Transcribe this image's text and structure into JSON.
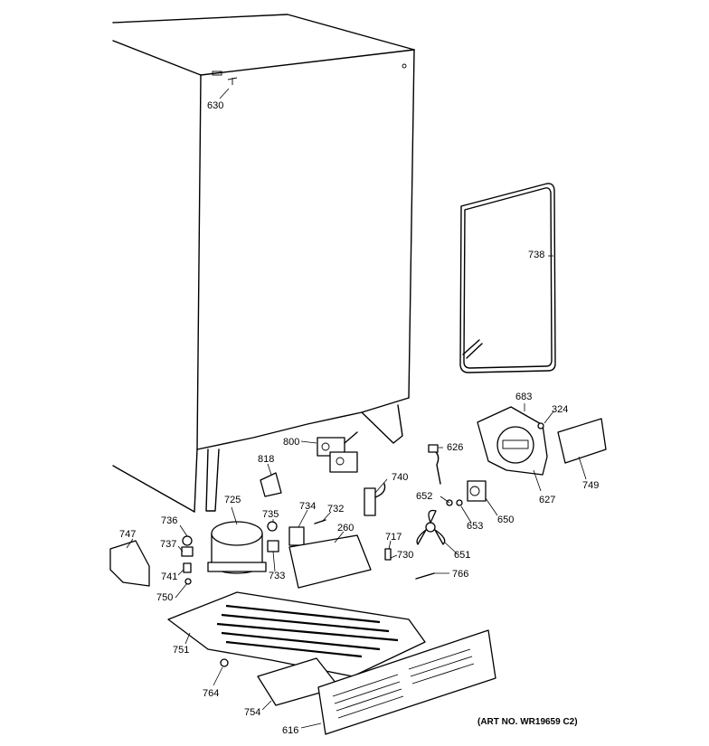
{
  "labels": {
    "p630": "630",
    "p738": "738",
    "p683": "683",
    "p324": "324",
    "p800": "800",
    "p626": "626",
    "p818": "818",
    "p740": "740",
    "p652": "652",
    "p650": "650",
    "p653": "653",
    "p627": "627",
    "p749": "749",
    "p725": "725",
    "p736": "736",
    "p735": "735",
    "p734": "734",
    "p732": "732",
    "p260": "260",
    "p747": "747",
    "p737": "737",
    "p717": "717",
    "p730": "730",
    "p651": "651",
    "p741": "741",
    "p733": "733",
    "p766": "766",
    "p750": "750",
    "p751": "751",
    "p764": "764",
    "p754": "754",
    "p616": "616"
  },
  "art_number": "(ART NO. WR19659 C2)"
}
